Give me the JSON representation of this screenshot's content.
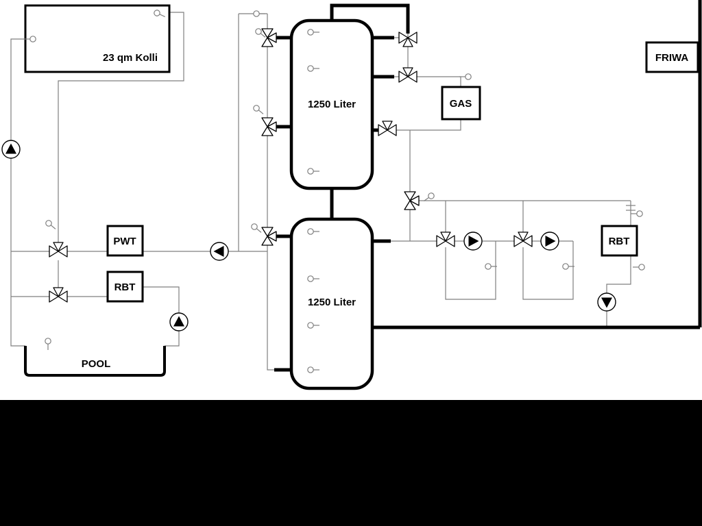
{
  "diagram": {
    "type": "hydraulic-heating-schematic",
    "colors": {
      "pipe": "#7f7f7f",
      "outline": "#000000",
      "canvas": "#ffffff",
      "mask": "#000000"
    },
    "symbols": {
      "pump": "circle-with-filled-triangle",
      "three_way_valve": "bowtie-with-branch-triangle",
      "temp_sensor": "small-circle-with-stem"
    },
    "labels": {
      "collector": "23 qm Kolli",
      "tank_upper": "1250 Liter",
      "tank_lower": "1250 Liter",
      "pwt": "PWT",
      "rbt_left": "RBT",
      "gas": "GAS",
      "friwa": "FRIWA",
      "rbt_right": "RBT",
      "pool": "POOL"
    }
  }
}
